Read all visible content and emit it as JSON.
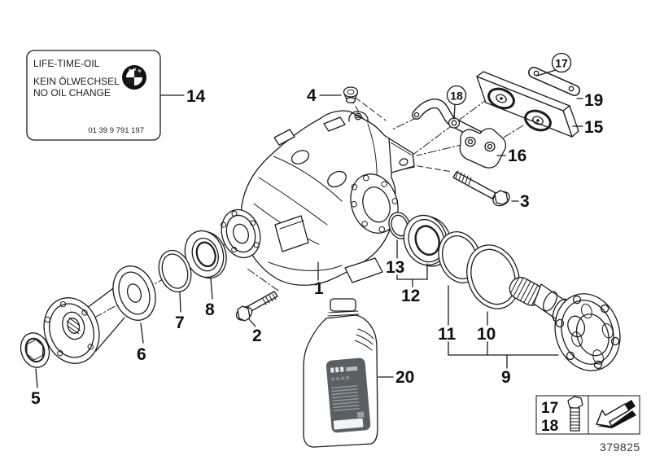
{
  "plate": {
    "line1": "LIFE-TIME-OIL",
    "line2": "KEIN ÖLWECHSEL",
    "line3": "NO OIL CHANGE",
    "code": "01 39 9 791 197",
    "brand": "BMW"
  },
  "parts": {
    "n1": "1",
    "n2": "2",
    "n3": "3",
    "n4": "4",
    "n5": "5",
    "n6": "6",
    "n7": "7",
    "n8": "8",
    "n9": "9",
    "n10": "10",
    "n11": "11",
    "n12": "12",
    "n13": "13",
    "n14": "14",
    "n15": "15",
    "n16": "16",
    "n17": "17",
    "n18": "18",
    "n19": "19",
    "n20": "20"
  },
  "callouts": {
    "c17": "17",
    "c18": "18"
  },
  "legend": {
    "row1": "17",
    "row2": "18"
  },
  "footer": {
    "drawing_number": "379825"
  },
  "colors": {
    "line": "#1b1b1b",
    "bottle_label_bg": "#5a5f64",
    "bottle_label_lines": "#94999d",
    "bottle_label_white": "#f4f4f4",
    "arrow_black": "#111111"
  }
}
